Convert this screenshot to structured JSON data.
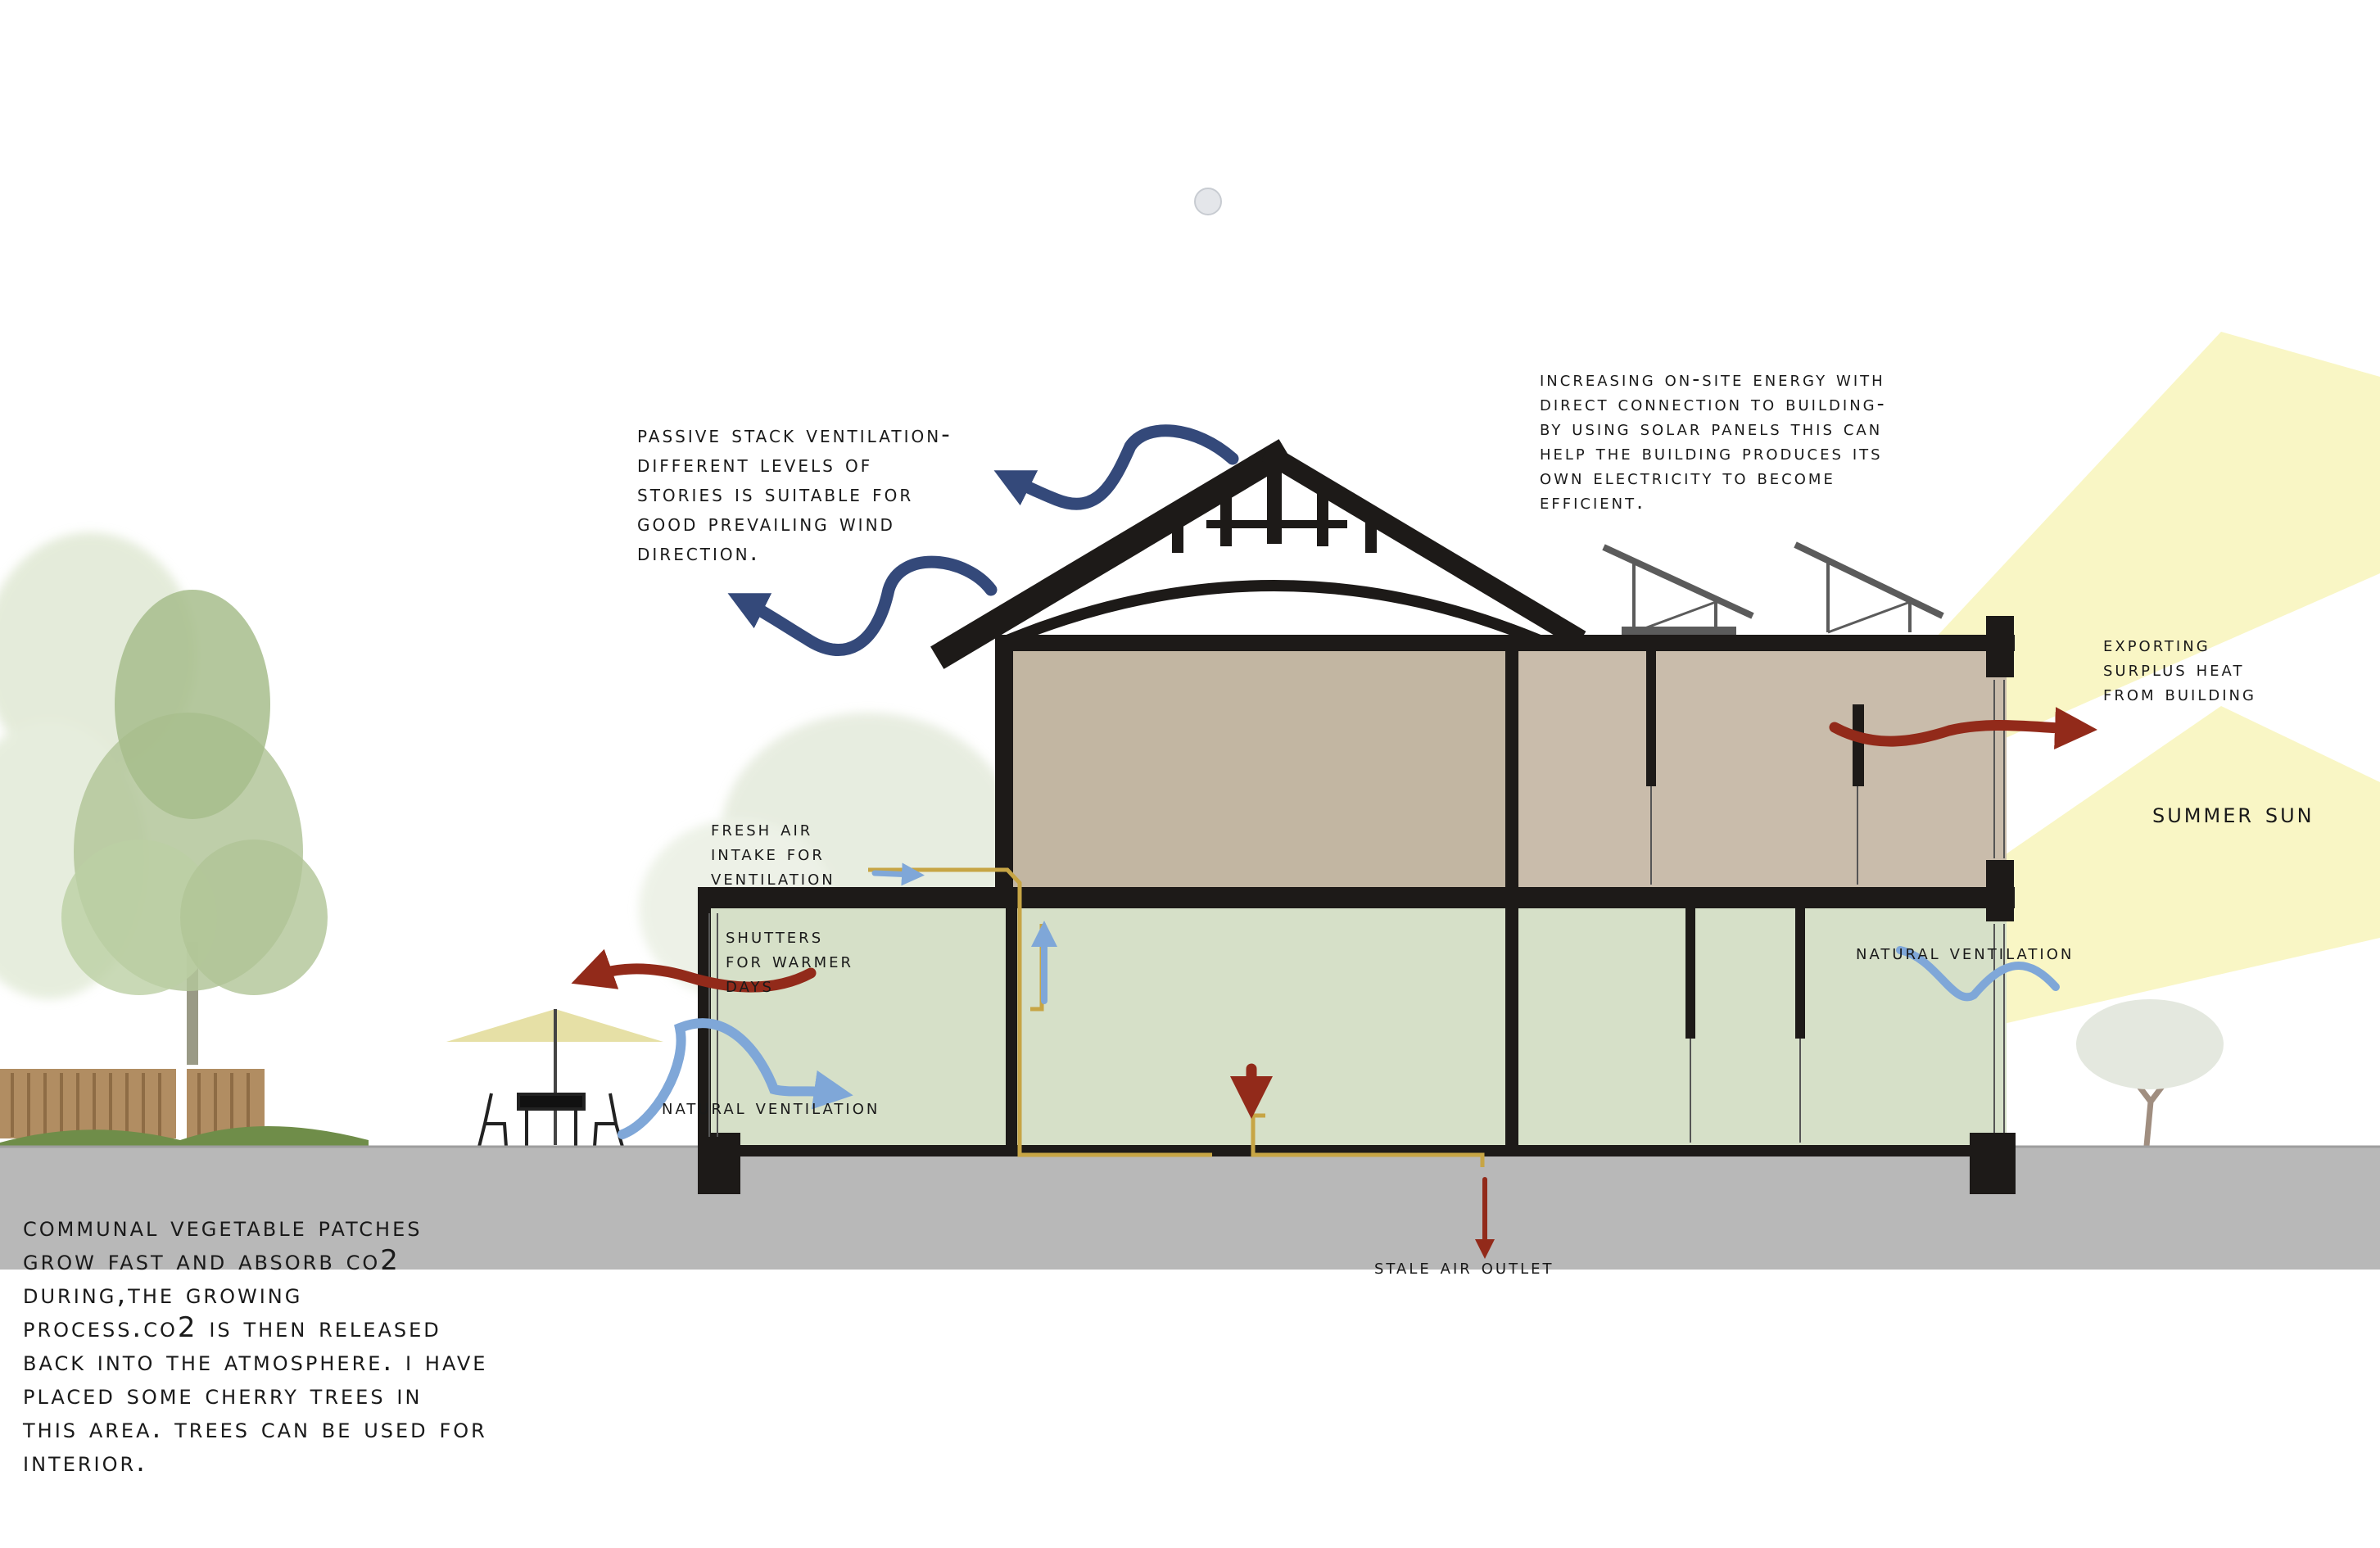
{
  "labels": {
    "passive_stack": "Passive stack ventilation-\nDifferent levels of\nstories is suitable for\ngood prevailing wind\ndirection.",
    "solar_energy": "Increasing on-site energy with\ndirect connection to building-\nby using solar panels this can\nhelp the building produces its\nown electricity to become\nefficient.",
    "exporting_heat": "Exporting\nsurplus heat\nfrom building",
    "summer_sun": "Summer sun",
    "fresh_air": "Fresh air\nintake for\nventilation",
    "shutters": "Shutters\nfor warmer\ndays",
    "natural_ventilation_left": "Natural ventilation",
    "natural_ventilation_right": "Natural ventilation",
    "stale_air": "Stale air outlet",
    "communal_vegetable": "Communal Vegetable patches\ngrow fast and absorb CO2\nduring,the growing\nprocess.CO2 is then released\nback into the atmosphere. I have\nplaced some cherry trees in\nthis area. Trees can be used for\ninterior."
  },
  "colors": {
    "upper_floor_fill": "#c2b6a2",
    "lower_floor_fill": "#d6e0c8",
    "structure": "#1d1a18",
    "ground": "#b8b8b8",
    "cool_air_arrow": "#7fa7d8",
    "stack_arrow": "#34497a",
    "warm_air_arrow": "#922a1a",
    "sun_beam": "#f7f3b2",
    "tree_green": "#a9bf8e",
    "duct": "#c7a545"
  },
  "icons": [
    "solar-panel-icon",
    "table-chairs-icon",
    "parasol-icon",
    "tree-icon",
    "moon-icon"
  ]
}
